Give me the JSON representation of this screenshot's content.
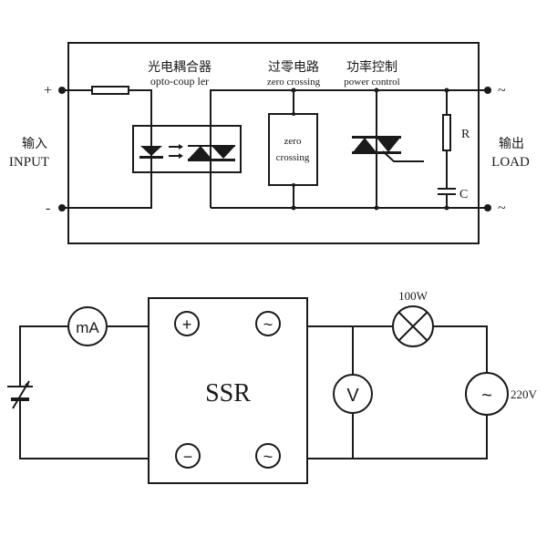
{
  "top_diagram": {
    "plus": "+",
    "minus": "-",
    "input_cn": "输入",
    "input_en": "INPUT",
    "output_cn": "输出",
    "output_en": "LOAD",
    "ac_top": "~",
    "ac_bottom": "~",
    "opto_cn": "光电耦合器",
    "opto_en": "opto-coup ler",
    "zero_cn": "过零电路",
    "zero_en": "zero crossing",
    "zero_box_line1": "zero",
    "zero_box_line2": "crossing",
    "power_cn": "功率控制",
    "power_en": "power control",
    "resistor": "R",
    "capacitor": "C"
  },
  "bottom_diagram": {
    "ammeter": "mA",
    "ssr": "SSR",
    "term_plus": "+",
    "term_minus": "−",
    "term_ac1": "~",
    "term_ac2": "~",
    "voltmeter": "V",
    "lamp": "100W",
    "source": "~",
    "source_voltage": "220V"
  }
}
